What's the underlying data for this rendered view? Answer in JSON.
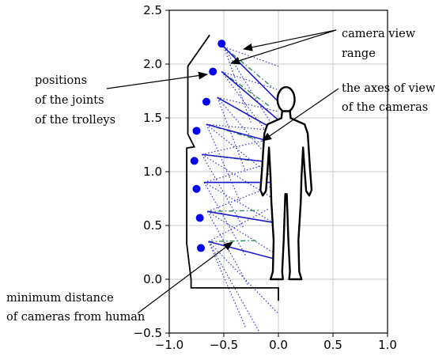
{
  "chart_data": {
    "type": "diagram",
    "xlim": [
      -1.0,
      1.0
    ],
    "ylim": [
      -0.5,
      2.5
    ],
    "x_ticks": [
      -1.0,
      -0.5,
      0.0,
      0.5,
      1.0
    ],
    "y_ticks": [
      -0.5,
      0.0,
      0.5,
      1.0,
      1.5,
      2.0,
      2.5
    ],
    "x_tick_labels": [
      "−1.0",
      "−0.5",
      "0.0",
      "0.5",
      "1.0"
    ],
    "y_tick_labels": [
      "−0.5",
      "0.0",
      "0.5",
      "1.0",
      "1.5",
      "2.0",
      "2.5"
    ],
    "grid": true,
    "colors": {
      "joint": "#0000ee",
      "axis_of_view": "#1a1acc",
      "view_range": "#3333dd",
      "min_distance": "#2e8b57",
      "structure": "#000000",
      "grid": "#c8c8c8"
    },
    "joints": [
      {
        "x": -0.52,
        "y": 2.19
      },
      {
        "x": -0.6,
        "y": 1.93
      },
      {
        "x": -0.66,
        "y": 1.65
      },
      {
        "x": -0.75,
        "y": 1.38
      },
      {
        "x": -0.77,
        "y": 1.1
      },
      {
        "x": -0.75,
        "y": 0.84
      },
      {
        "x": -0.72,
        "y": 0.57
      },
      {
        "x": -0.71,
        "y": 0.29
      }
    ],
    "view_axes": [
      {
        "x1": -0.5,
        "y1": 2.16,
        "x2": 0.0,
        "y2": 1.65
      },
      {
        "x1": -0.52,
        "y1": 1.93,
        "x2": 0.0,
        "y2": 1.48
      },
      {
        "x1": -0.56,
        "y1": 1.69,
        "x2": 0.0,
        "y2": 1.37
      },
      {
        "x1": -0.66,
        "y1": 1.44,
        "x2": 0.0,
        "y2": 1.26
      },
      {
        "x1": -0.7,
        "y1": 1.16,
        "x2": 0.0,
        "y2": 1.08
      },
      {
        "x1": -0.68,
        "y1": 0.9,
        "x2": 0.0,
        "y2": 0.9
      },
      {
        "x1": -0.65,
        "y1": 0.63,
        "x2": 0.0,
        "y2": 0.52
      },
      {
        "x1": -0.64,
        "y1": 0.35,
        "x2": 0.0,
        "y2": 0.18
      }
    ],
    "view_range_lines": [
      {
        "x1": -0.5,
        "y1": 2.16,
        "x2": 0.0,
        "y2": 1.98
      },
      {
        "x1": -0.5,
        "y1": 2.16,
        "x2": 0.0,
        "y2": 1.34
      },
      {
        "x1": -0.52,
        "y1": 1.93,
        "x2": 0.0,
        "y2": 1.76
      },
      {
        "x1": -0.52,
        "y1": 1.93,
        "x2": 0.0,
        "y2": 1.22
      },
      {
        "x1": -0.56,
        "y1": 1.69,
        "x2": 0.0,
        "y2": 1.56
      },
      {
        "x1": -0.56,
        "y1": 1.69,
        "x2": -0.02,
        "y2": 1.05
      },
      {
        "x1": -0.66,
        "y1": 1.44,
        "x2": 0.0,
        "y2": 1.38
      },
      {
        "x1": -0.66,
        "y1": 1.44,
        "x2": -0.02,
        "y2": 0.92
      },
      {
        "x1": -0.7,
        "y1": 1.16,
        "x2": 0.0,
        "y2": 1.32
      },
      {
        "x1": -0.7,
        "y1": 1.16,
        "x2": 0.0,
        "y2": 0.72
      },
      {
        "x1": -0.68,
        "y1": 0.9,
        "x2": 0.0,
        "y2": 1.1
      },
      {
        "x1": -0.68,
        "y1": 0.9,
        "x2": 0.0,
        "y2": 0.5
      },
      {
        "x1": -0.65,
        "y1": 0.63,
        "x2": -0.02,
        "y2": 0.88
      },
      {
        "x1": -0.65,
        "y1": 0.63,
        "x2": 0.0,
        "y2": 0.22
      },
      {
        "x1": -0.64,
        "y1": 0.35,
        "x2": -0.08,
        "y2": 0.66
      },
      {
        "x1": -0.64,
        "y1": 0.35,
        "x2": 0.0,
        "y2": -0.32
      },
      {
        "x1": -0.64,
        "y1": 0.35,
        "x2": -0.3,
        "y2": -0.45
      },
      {
        "x1": -0.64,
        "y1": 0.35,
        "x2": -0.18,
        "y2": -0.48
      },
      {
        "x1": -0.56,
        "y1": 1.69,
        "x2": -0.3,
        "y2": 1.0
      },
      {
        "x1": -0.66,
        "y1": 1.44,
        "x2": -0.35,
        "y2": 0.72
      },
      {
        "x1": -0.7,
        "y1": 1.16,
        "x2": -0.32,
        "y2": 0.48
      },
      {
        "x1": -0.68,
        "y1": 0.9,
        "x2": -0.3,
        "y2": 0.22
      },
      {
        "x1": -0.65,
        "y1": 0.63,
        "x2": -0.28,
        "y2": -0.05
      },
      {
        "x1": -0.5,
        "y1": 2.16,
        "x2": -0.25,
        "y2": 1.45
      }
    ],
    "min_distance_lines": [
      {
        "x1": -0.5,
        "y1": 2.16,
        "x2": -0.05,
        "y2": 1.78
      },
      {
        "x1": -0.52,
        "y1": 1.93,
        "x2": -0.07,
        "y2": 1.6
      },
      {
        "x1": -0.56,
        "y1": 1.69,
        "x2": -0.12,
        "y2": 1.44
      },
      {
        "x1": -0.66,
        "y1": 1.44,
        "x2": -0.2,
        "y2": 1.3
      },
      {
        "x1": -0.7,
        "y1": 1.16,
        "x2": -0.22,
        "y2": 1.1
      },
      {
        "x1": -0.68,
        "y1": 0.9,
        "x2": -0.22,
        "y2": 0.9
      },
      {
        "x1": -0.65,
        "y1": 0.63,
        "x2": -0.18,
        "y2": 0.64
      },
      {
        "x1": -0.64,
        "y1": 0.35,
        "x2": -0.2,
        "y2": 0.36
      }
    ],
    "trolley_outline": [
      [
        -0.63,
        2.27
      ],
      [
        -0.83,
        1.98
      ],
      [
        -0.83,
        1.35
      ],
      [
        -0.77,
        1.23
      ],
      [
        -0.84,
        1.22
      ],
      [
        -0.84,
        0.33
      ],
      [
        -0.8,
        0.0
      ],
      [
        -0.8,
        -0.08
      ],
      [
        0.0,
        -0.08
      ],
      [
        0.0,
        -0.2
      ]
    ],
    "human_figure": {
      "center_x": 0.07,
      "foot_y": 0.0,
      "head_top_y": 1.8
    },
    "annotations": {
      "camera_view_range": "camera view\nrange",
      "positions_of_joints": "positions\nof the joints\nof the trolleys",
      "axes_of_view": "the axes of view\nof the cameras",
      "minimum_distance": "minimum distance\nof cameras from human"
    }
  }
}
